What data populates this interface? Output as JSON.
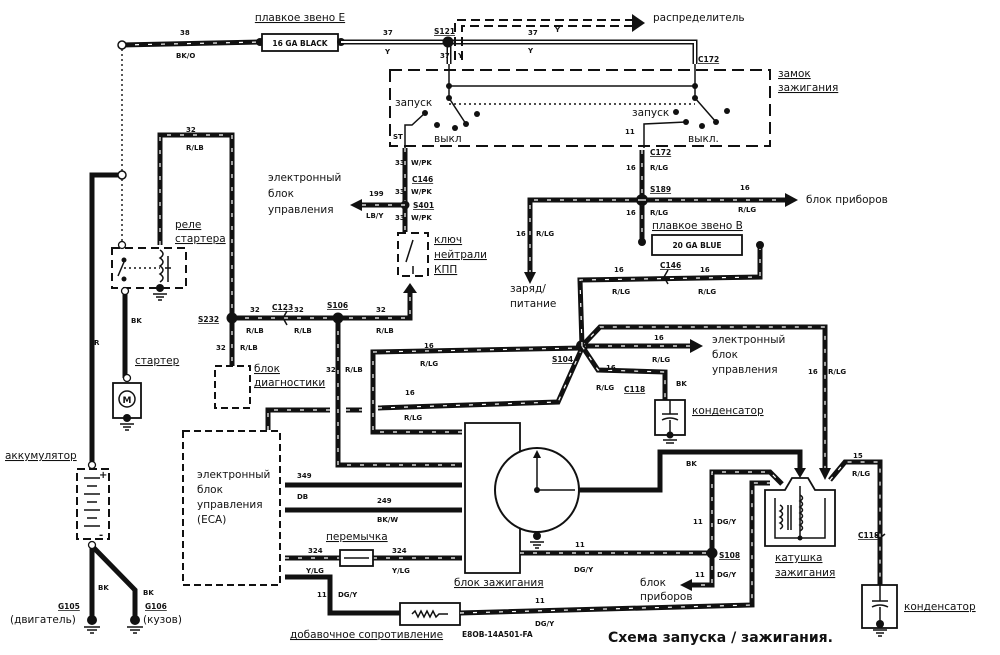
{
  "title": "Схема запуска / зажигания.",
  "components": {
    "fuse_e_label": "плавкое звено Е",
    "fuse_e_rating": "16 GA BLACK",
    "distributor": "распределитель",
    "ignition_switch": [
      "замок",
      "зажигания"
    ],
    "start_left": "запуск",
    "off_left": "выкл",
    "st": "ST",
    "start_right": "запуск",
    "off_right": "выкл.",
    "ecu_arrow_top": [
      "электронный",
      "блок",
      "управления"
    ],
    "neutral_switch": [
      "ключ",
      "нейтрали",
      "КПП"
    ],
    "relay": [
      "реле",
      "стартера"
    ],
    "starter": "стартер",
    "motor": "M",
    "battery": "аккумулятор",
    "plus": "+",
    "minus": "-",
    "g105": "G105",
    "g105_name": "(двигатель)",
    "g106": "G106",
    "g106_name": "(кузов)",
    "diag": [
      "блок",
      "диагностики"
    ],
    "fuse_b_label": "плавкое звено В",
    "fuse_b_rating": "20 GA BLUE",
    "instrument_cluster": "блок приборов",
    "charge": [
      "заряд/",
      "питание"
    ],
    "ecu_arrow_mid": [
      "электронный",
      "блок",
      "управления"
    ],
    "condenser": "конденсатор",
    "eca": [
      "электронный",
      "блок",
      "управления",
      "(ECA)"
    ],
    "jumper": "перемычка",
    "ignition_module": "блок зажигания",
    "resistor": "добавочное сопротивление",
    "resistor_part": "E8OB-14A501-FA",
    "instrument_cluster_low": [
      "блок",
      "приборов"
    ],
    "coil": [
      "катушка",
      "зажигания"
    ],
    "condenser_right": "конденсатор"
  },
  "splices": [
    "S121",
    "C172",
    "C172",
    "C146",
    "S401",
    "S232",
    "C123",
    "S106",
    "S189",
    "C146",
    "S104",
    "C118",
    "C118",
    "S108"
  ],
  "wire_labels": [
    "38",
    "BK/O",
    "37",
    "Y",
    "37",
    "Y",
    "37",
    "Y",
    "Y",
    "32",
    "R/LB",
    "33",
    "W/PK",
    "33",
    "W/PK",
    "199",
    "LB/Y",
    "33",
    "W/PK",
    "32",
    "R/LB",
    "32",
    "R/LB",
    "32",
    "R/LB",
    "32",
    "R/LB",
    "32",
    "R/LB",
    "BK",
    "R",
    "16",
    "R/LG",
    "16",
    "R/LG",
    "16",
    "R/LG",
    "16",
    "R/LG",
    "16",
    "R/LG",
    "16",
    "R/LG",
    "16",
    "R/LG",
    "16",
    "R/LG",
    "16",
    "R/LG",
    "16",
    "R/LG",
    "BK",
    "16",
    "R/LG",
    "15",
    "R/LG",
    "BK",
    "11",
    "DG/Y",
    "11",
    "DG/Y",
    "11",
    "DG/Y",
    "349",
    "DB",
    "249",
    "BK/W",
    "324",
    "Y/LG",
    "324",
    "Y/LG",
    "11",
    "DG/Y",
    "11",
    "DG/Y",
    "BK",
    "BK",
    "11"
  ]
}
